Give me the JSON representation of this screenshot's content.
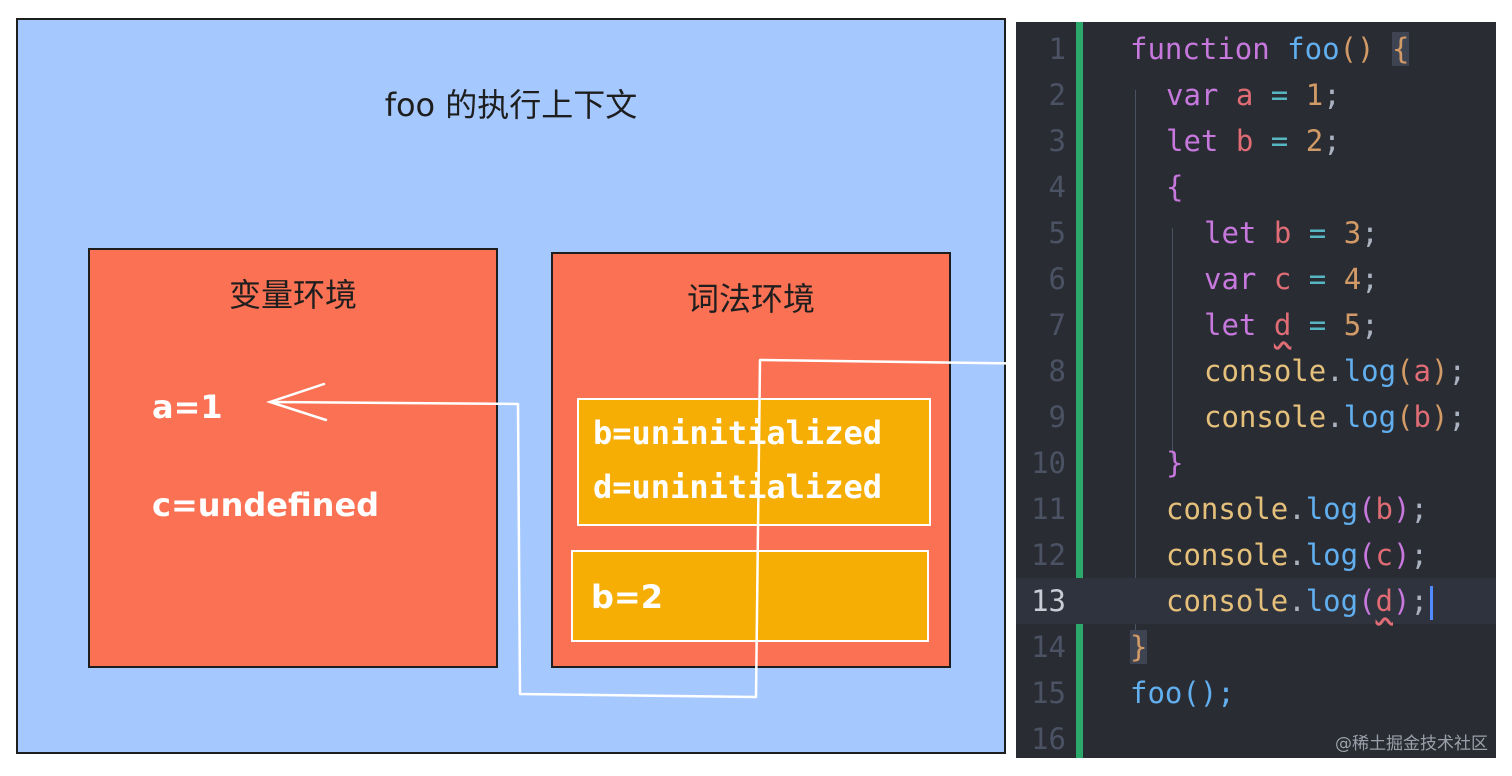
{
  "diagram": {
    "context_title": "foo 的执行上下文",
    "variable_env": {
      "title": "变量环境",
      "entries": [
        "a=1",
        "c=undefined"
      ]
    },
    "lexical_env": {
      "title": "词法环境",
      "inner_block": [
        "b=uninitialized",
        "d=uninitialized"
      ],
      "outer_block": [
        "b=2"
      ]
    }
  },
  "editor": {
    "line_numbers": [
      "1",
      "2",
      "3",
      "4",
      "5",
      "6",
      "7",
      "8",
      "9",
      "10",
      "11",
      "12",
      "13",
      "14",
      "15",
      "16"
    ],
    "active_line": "13",
    "tokens": {
      "function_kw": "function",
      "foo": "foo",
      "parens": "()",
      "open_brace": "{",
      "close_brace": "}",
      "var_kw": "var",
      "let_kw": "let",
      "a": "a",
      "b": "b",
      "c": "c",
      "d": "d",
      "eq": "=",
      "semi": ";",
      "n1": "1",
      "n2": "2",
      "n3": "3",
      "n4": "4",
      "n5": "5",
      "console": "console",
      "dot": ".",
      "log": "log",
      "lp": "(",
      "rp": ")",
      "call_foo": "foo();"
    },
    "watermark": "@稀土掘金技术社区"
  },
  "colors": {
    "context_bg": "#a5c8fe",
    "env_bg": "#fa7154",
    "block_bg": "#f6ae05",
    "editor_bg": "#292c33",
    "gutter_accent": "#2aa96b"
  }
}
